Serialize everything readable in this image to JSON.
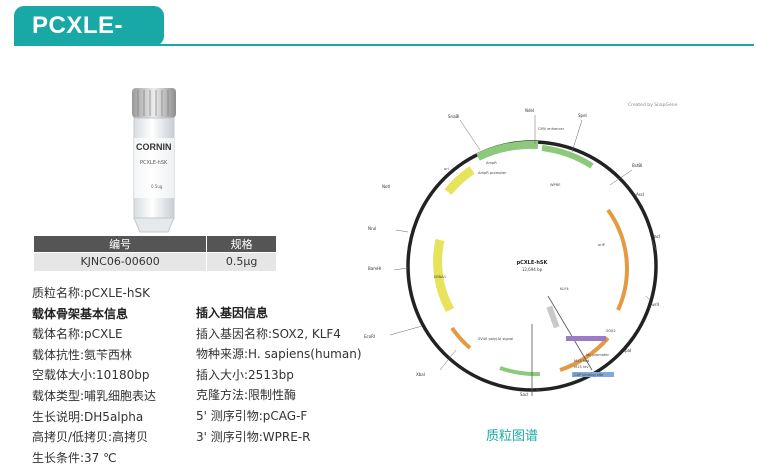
{
  "header": {
    "title": "PCXLE-hSK"
  },
  "vial": {
    "brand": "CORNIN",
    "label": "PCXLE-hSK",
    "volume": "0.5ug"
  },
  "product_table": {
    "headers": [
      "编号",
      "规格"
    ],
    "row": [
      "KJNC06-00600",
      "0.5μg"
    ]
  },
  "details_left": {
    "plasmid_name": {
      "label": "质粒名称:",
      "value": "pCXLE-hSK"
    },
    "section_title": "载体骨架基本信息",
    "rows": [
      {
        "label": "载体名称:",
        "value": "pCXLE"
      },
      {
        "label": "载体抗性:",
        "value": "氨苄西林"
      },
      {
        "label": "空载体大小:",
        "value": "10180bp"
      },
      {
        "label": "载体类型:",
        "value": "哺乳细胞表达"
      },
      {
        "label": "生长说明:",
        "value": "DH5alpha"
      },
      {
        "label": "高拷贝/低拷贝:",
        "value": "高拷贝"
      },
      {
        "label": "生长条件:",
        "value": "37 ℃"
      }
    ]
  },
  "details_right": {
    "section_title": "插入基因信息",
    "rows": [
      {
        "label": "插入基因名称:",
        "value": "SOX2, KLF4"
      },
      {
        "label": "物种来源:",
        "value": "H. sapiens(human)"
      },
      {
        "label": "插入大小:",
        "value": "2513bp"
      },
      {
        "label": "克隆方法:",
        "value": "限制性酶"
      },
      {
        "label": "5' 测序引物:",
        "value": "pCAG-F"
      },
      {
        "label": "3' 测序引物:",
        "value": "WPRE-R"
      }
    ]
  },
  "plasmid_map": {
    "name": "pCXLE-hSK",
    "size": "12,694 bp",
    "credit": "Created by SnapGene",
    "sites": [
      "SnaBI",
      "NdeI",
      "SpeI",
      "BstBI",
      "PacI",
      "AvrII",
      "NruI",
      "BamHI",
      "EcoRI",
      "XbaI",
      "SacI",
      "NotI",
      "AscI",
      "HpaI"
    ],
    "features": [
      "CMV enhancer",
      "AmpR promoter",
      "AmpR",
      "ori",
      "EBNA1",
      "oriP",
      "SOX2",
      "KLF4",
      "WPRE",
      "SV40 poly(A) signal",
      "M13 fwd",
      "M13 rev",
      "lac promoter",
      "CAP binding site"
    ],
    "caption": "质粒图谱"
  },
  "colors": {
    "accent": "#18a9a6",
    "table_header": "#555555",
    "table_cell": "#e6e6e6",
    "feature_green": "#8cc97a",
    "feature_yellow": "#e7e35a",
    "feature_orange": "#e39a42"
  }
}
